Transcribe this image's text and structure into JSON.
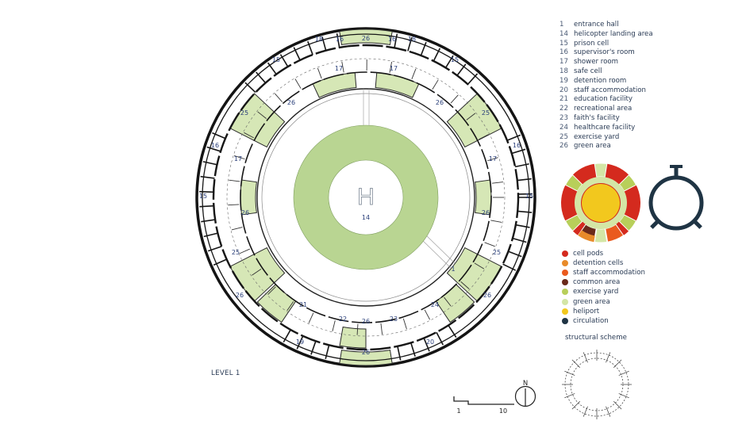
{
  "level_label": "LEVEL 1",
  "legend": [
    {
      "num": "1",
      "label": "entrance hall"
    },
    {
      "num": "14",
      "label": "helicopter landing area"
    },
    {
      "num": "15",
      "label": "prison cell"
    },
    {
      "num": "16",
      "label": "supervisor's room"
    },
    {
      "num": "17",
      "label": "shower room"
    },
    {
      "num": "18",
      "label": "safe cell"
    },
    {
      "num": "19",
      "label": "detention room"
    },
    {
      "num": "20",
      "label": "staff accommodation"
    },
    {
      "num": "21",
      "label": "education facility"
    },
    {
      "num": "22",
      "label": "recreational area"
    },
    {
      "num": "23",
      "label": "faith's facility"
    },
    {
      "num": "24",
      "label": "healthcare facility"
    },
    {
      "num": "25",
      "label": "exercise yard"
    },
    {
      "num": "26",
      "label": "green area"
    }
  ],
  "color_key": [
    {
      "label": "cell pods",
      "color": "#d42a1e"
    },
    {
      "label": "detention cells",
      "color": "#e88a2a"
    },
    {
      "label": "staff accommodation",
      "color": "#ea5a1e"
    },
    {
      "label": "common area",
      "color": "#6a2a1a"
    },
    {
      "label": "exercise yard",
      "color": "#b8cf5a"
    },
    {
      "label": "green area",
      "color": "#d4e6a6"
    },
    {
      "label": "heliport",
      "color": "#f2c81e"
    },
    {
      "label": "circulation",
      "color": "#1f3444"
    }
  ],
  "structural_title": "structural scheme",
  "helipad_letter": "H",
  "helipad_number": "14",
  "north_label": "N",
  "scale": {
    "start": "1",
    "end": "10"
  },
  "room_labels": [
    {
      "num": "26"
    },
    {
      "num": "16"
    },
    {
      "num": "18"
    },
    {
      "num": "16"
    },
    {
      "num": "18"
    },
    {
      "num": "15"
    },
    {
      "num": "15"
    },
    {
      "num": "17"
    },
    {
      "num": "17"
    },
    {
      "num": "26"
    },
    {
      "num": "26"
    },
    {
      "num": "25"
    },
    {
      "num": "25"
    },
    {
      "num": "16"
    },
    {
      "num": "16"
    },
    {
      "num": "17"
    },
    {
      "num": "17"
    },
    {
      "num": "15"
    },
    {
      "num": "15"
    },
    {
      "num": "26"
    },
    {
      "num": "26"
    },
    {
      "num": "25"
    },
    {
      "num": "25"
    },
    {
      "num": "26"
    },
    {
      "num": "26"
    },
    {
      "num": "1"
    },
    {
      "num": "21"
    },
    {
      "num": "22"
    },
    {
      "num": "26"
    },
    {
      "num": "23"
    },
    {
      "num": "24"
    },
    {
      "num": "19"
    },
    {
      "num": "20"
    },
    {
      "num": "26"
    }
  ],
  "colors": {
    "wall": "#161616",
    "green": "#d6e7b6",
    "helipad_ring": "#b5d48f",
    "helipad_core": "#ffffff",
    "label_blue": "#2a3f7a"
  }
}
